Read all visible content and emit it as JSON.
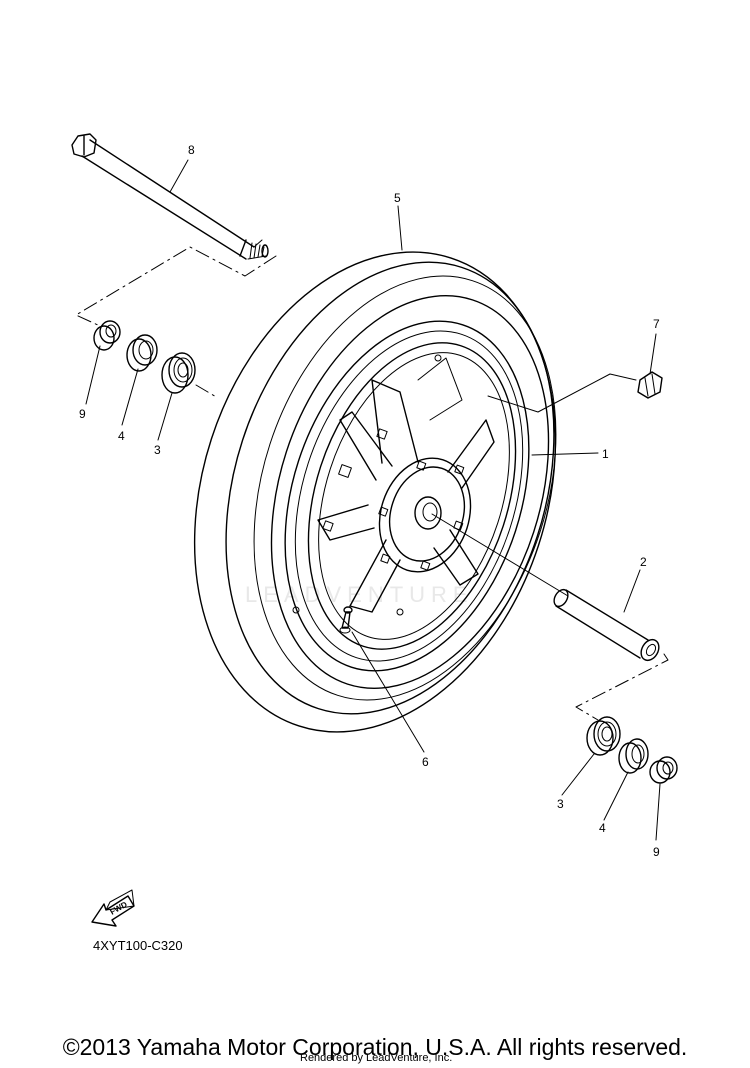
{
  "diagram": {
    "parts": [
      {
        "number": "1"
      },
      {
        "number": "2"
      },
      {
        "number": "3"
      },
      {
        "number": "3"
      },
      {
        "number": "4"
      },
      {
        "number": "4"
      },
      {
        "number": "5"
      },
      {
        "number": "6"
      },
      {
        "number": "7"
      },
      {
        "number": "8"
      },
      {
        "number": "9"
      },
      {
        "number": "9"
      }
    ],
    "fwd_label": "FWD",
    "code": "4XYT100-C320",
    "watermark": "LEADVENTURE"
  },
  "footer": {
    "copyright": "©2013 Yamaha Motor Corporation, U.S.A. All rights reserved.",
    "rendered_by": "Rendered by LeadVenture, Inc."
  }
}
